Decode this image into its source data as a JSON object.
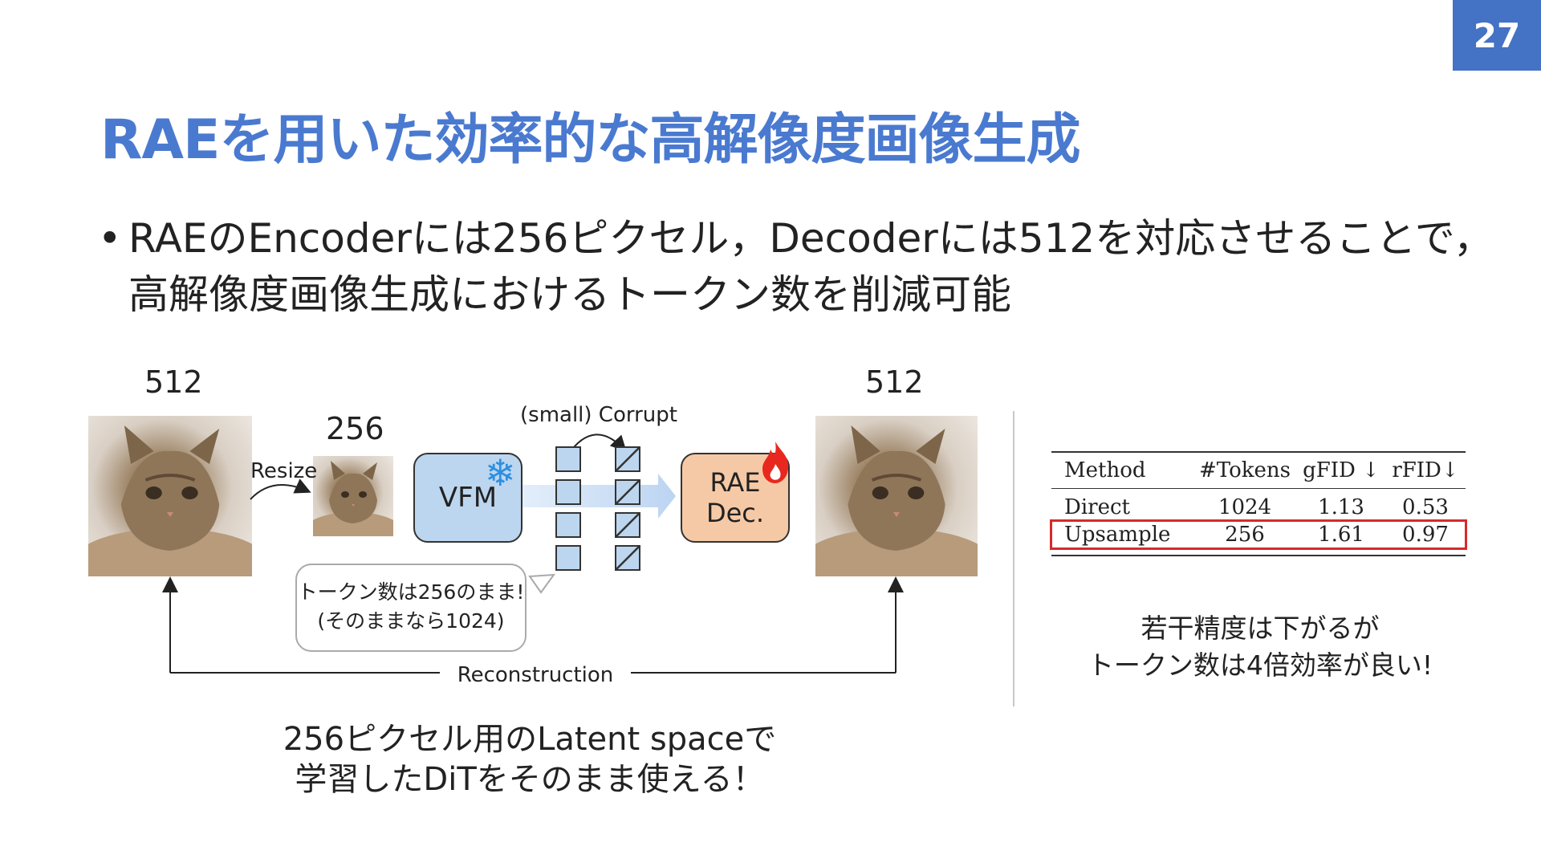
{
  "page": {
    "number": "27"
  },
  "title": "RAEを用いた効率的な高解像度画像生成",
  "bullet": {
    "line1": "RAEのEncoderには256ピクセル，Decoderには512を対応させることで，",
    "line2": "高解像度画像生成におけるトークン数を削減可能"
  },
  "diagram": {
    "input_size": "512",
    "resized_size": "256",
    "output_size": "512",
    "resize_label": "Resize",
    "corrupt_label": "(small) Corrupt",
    "vfm_label": "VFM",
    "rae_line1": "RAE",
    "rae_line2": "Dec.",
    "callout_line1": "トークン数は256のまま!",
    "callout_line2": "(そのままなら1024)",
    "reconstruction_label": "Reconstruction",
    "colors": {
      "vfm": "#bdd6ef",
      "rae": "#f6c9a6",
      "snowflake": "#2d8fe0",
      "flame": "#e8281e"
    }
  },
  "bottom_caption": {
    "line1": "256ピクセル用のLatent spaceで",
    "line2": "学習したDiTをそのまま使える！"
  },
  "table": {
    "headers": [
      "Method",
      "#Tokens",
      "gFID ↓",
      "rFID↓"
    ],
    "rows": [
      [
        "Direct",
        "1024",
        "1.13",
        "0.53"
      ],
      [
        "Upsample",
        "256",
        "1.61",
        "0.97"
      ]
    ],
    "highlight_color": "#d62a2a"
  },
  "right_caption": {
    "line1": "若干精度は下がるが",
    "line2": "トークン数は4倍効率が良い!"
  },
  "accent_color": "#4472c4"
}
